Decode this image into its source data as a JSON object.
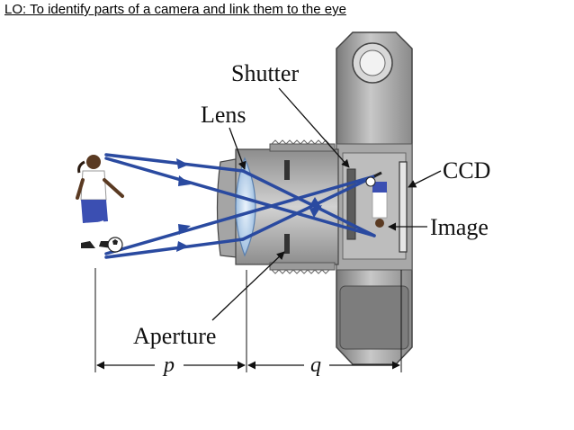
{
  "title": "LO: To identify parts of a camera and link them to the eye",
  "labels": {
    "shutter": "Shutter",
    "lens": "Lens",
    "ccd": "CCD",
    "image": "Image",
    "aperture": "Aperture"
  },
  "dimensions": {
    "object_distance": "p",
    "image_distance": "q"
  },
  "colors": {
    "ray": "#2a4aa0",
    "body_dark": "#6e6e6e",
    "body_mid": "#9a9a9a",
    "body_light": "#c4c4c4",
    "lens": "#b9d3ee"
  }
}
